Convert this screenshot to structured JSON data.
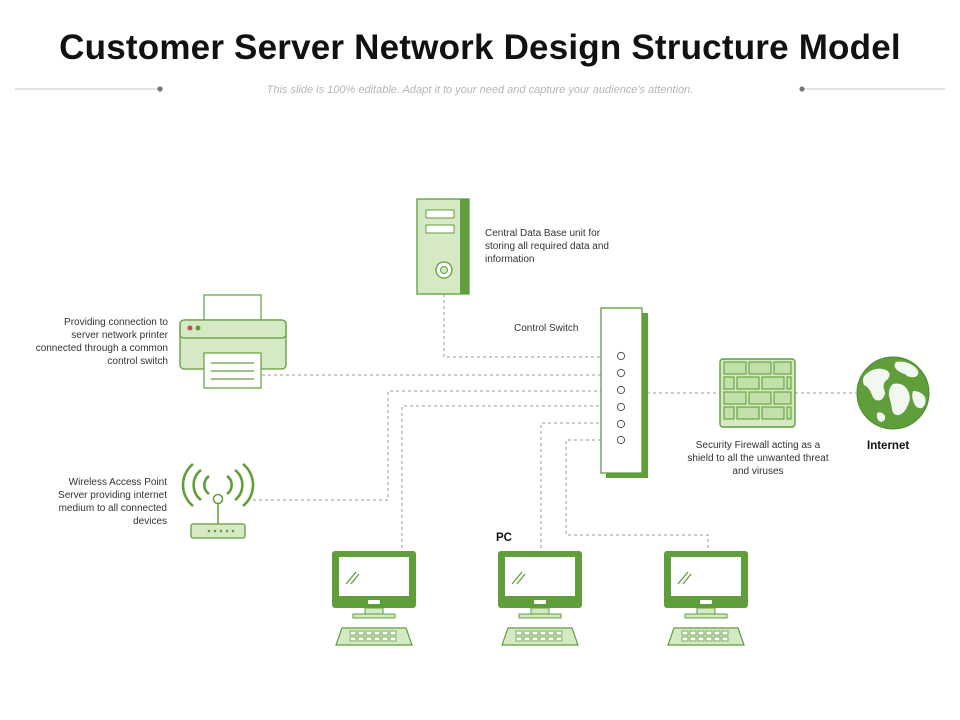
{
  "title": "Customer Server Network Design Structure Model",
  "subtitle": "This slide is 100% editable. Adapt it to your need and capture your audience's attention.",
  "colors": {
    "accent_dark": "#5f9e3b",
    "accent_light": "#d6e9c5",
    "connector": "#9a9a9a"
  },
  "nodes": {
    "database": {
      "label": "Central Data Base unit for storing all required data and information",
      "icon": "server-tower-icon"
    },
    "switch": {
      "label": "Control Switch",
      "icon": "network-switch-icon"
    },
    "printer": {
      "label": "Providing connection to server network printer connected through a common control switch",
      "icon": "printer-icon"
    },
    "wireless": {
      "label": "Wireless Access Point Server providing internet medium to all connected devices",
      "icon": "wireless-router-icon"
    },
    "firewall": {
      "label": "Security Firewall acting as a shield to all the unwanted threat and viruses",
      "icon": "firewall-icon"
    },
    "internet": {
      "label": "Internet",
      "icon": "globe-icon"
    },
    "pc": {
      "label": "PC",
      "icon": "desktop-computer-icon"
    }
  }
}
